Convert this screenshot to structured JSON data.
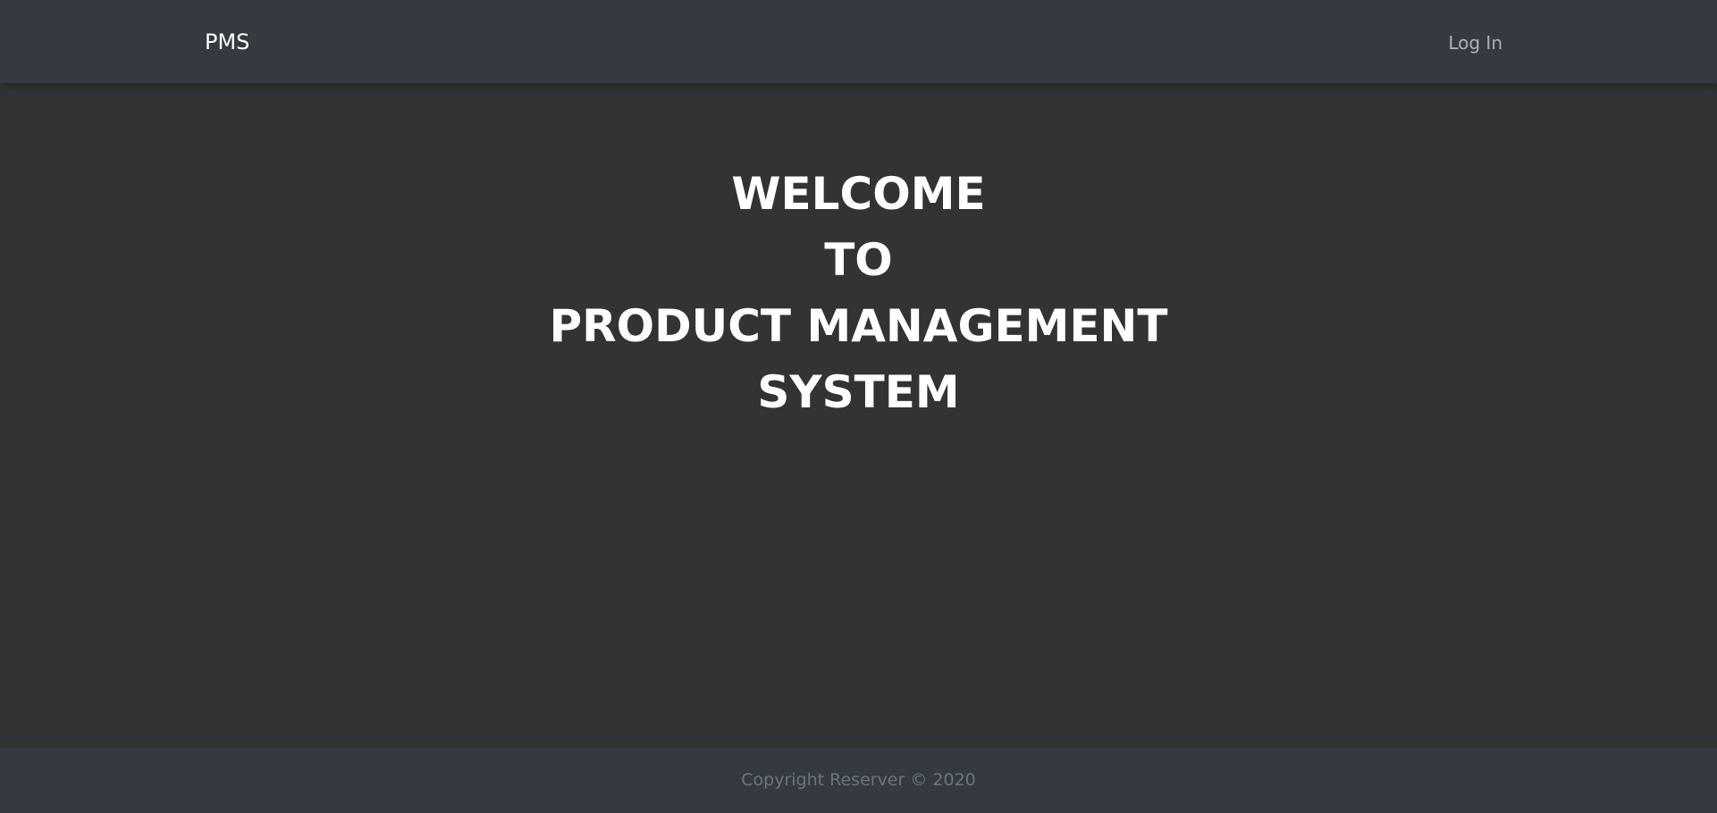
{
  "navbar": {
    "brand": "PMS",
    "login_label": "Log In"
  },
  "hero": {
    "lines": [
      "WELCOME",
      "TO",
      "PRODUCT MANAGEMENT",
      "SYSTEM"
    ]
  },
  "footer": {
    "copyright": "Copyright Reserver © 2020"
  },
  "colors": {
    "navbar_bg": "#343a40",
    "page_bg": "#333333",
    "heading_text": "#ffffff",
    "muted_text": "#6c757d"
  }
}
